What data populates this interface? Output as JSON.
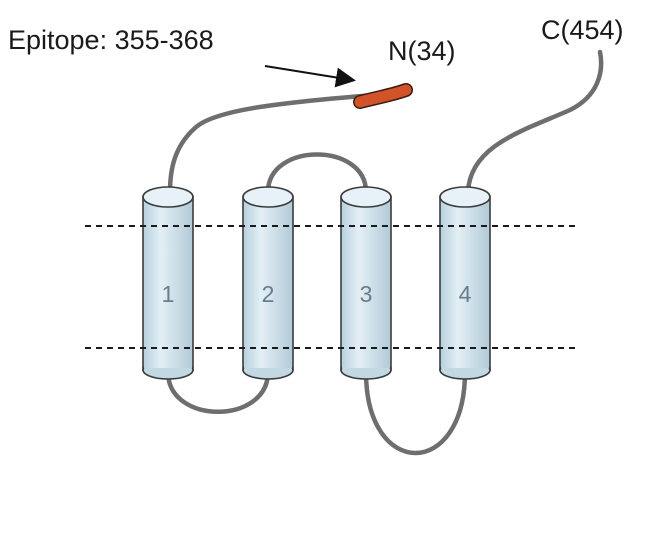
{
  "labels": {
    "epitope": "Epitope: 355-368",
    "n_terminus": "N(34)",
    "c_terminus": "C(454)"
  },
  "helices": [
    {
      "number": "1"
    },
    {
      "number": "2"
    },
    {
      "number": "3"
    },
    {
      "number": "4"
    }
  ],
  "colors": {
    "helix_fill": "#cfe2ec",
    "helix_top": "#e6f2f7",
    "helix_stroke": "#3b3b3b",
    "loop": "#6e6e6e",
    "epitope_segment": "#d0532a",
    "membrane_line": "#1a1a1a",
    "text": "#1a1a1a"
  }
}
